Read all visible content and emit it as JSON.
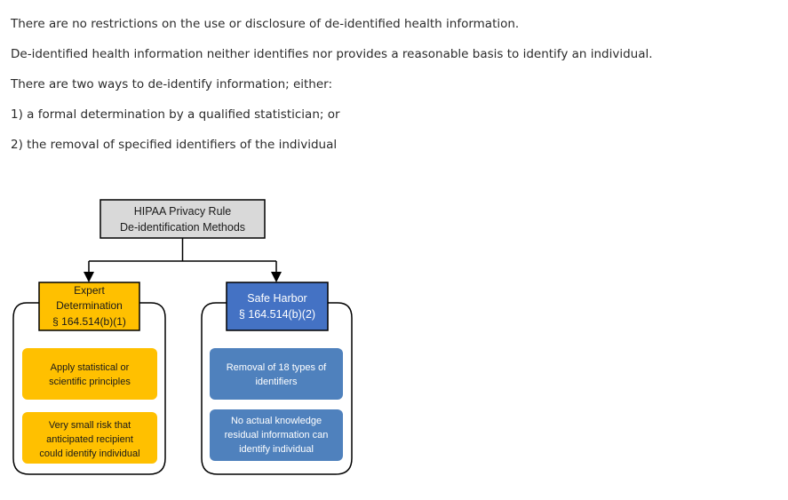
{
  "intro": {
    "line1": "There are no restrictions on the use or disclosure of de-identified health information.",
    "line2": "De-identified health information neither identifies nor provides a reasonable basis to identify an individual.",
    "line3": "There are two ways to de-identify information; either:",
    "line4": "1) a formal determination by a qualified statistician; or",
    "line5": "2) the removal of specified identifiers of the individual"
  },
  "diagram": {
    "root": {
      "line1": "HIPAA Privacy Rule",
      "line2": "De-identification Methods"
    },
    "expert": {
      "title_line1": "Expert",
      "title_line2": "Determination",
      "title_line3": "§ 164.514(b)(1)",
      "item1": {
        "line1": "Apply statistical or",
        "line2": "scientific principles"
      },
      "item2": {
        "line1": "Very small risk that",
        "line2": "anticipated recipient",
        "line3": "could identify individual"
      }
    },
    "safe_harbor": {
      "title_line1": "Safe Harbor",
      "title_line2": "§ 164.514(b)(2)",
      "item1": {
        "line1": "Removal of 18 types of",
        "line2": "identifiers"
      },
      "item2": {
        "line1": "No actual knowledge",
        "line2": "residual information can",
        "line3": "identify individual"
      }
    },
    "colors": {
      "root_fill": "#d9d9d9",
      "expert_fill": "#ffc000",
      "safe_harbor_fill": "#4f81bd",
      "safe_harbor_title_fill": "#4472c4",
      "text_dark": "#1a1a1a",
      "text_light": "#ffffff"
    }
  }
}
